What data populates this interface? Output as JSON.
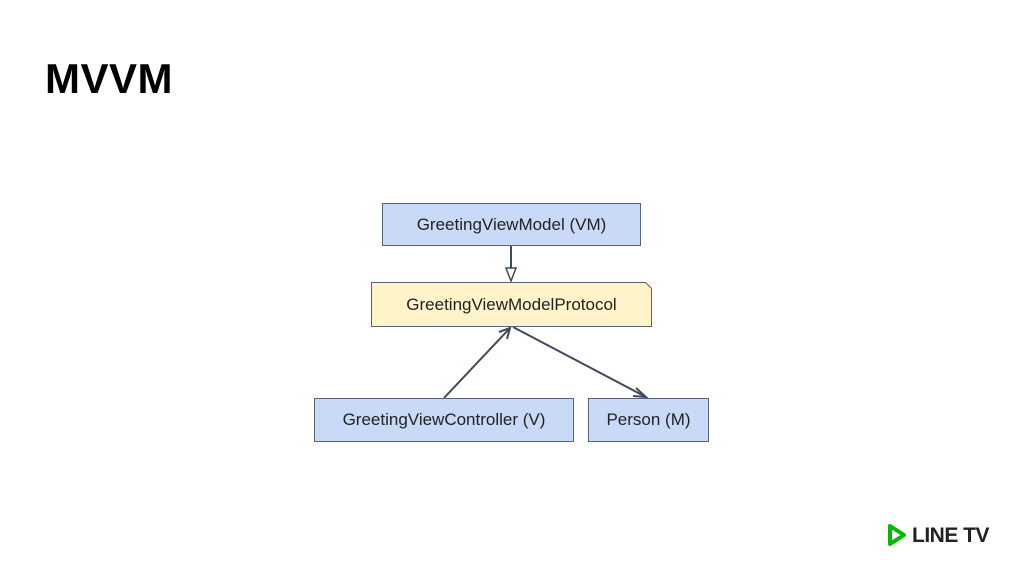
{
  "slide": {
    "title": "MVVM"
  },
  "diagram": {
    "nodes": {
      "view_model": {
        "label": "GreetingViewModel (VM)"
      },
      "protocol": {
        "label": "GreetingViewModelProtocol"
      },
      "view_controller": {
        "label": "GreetingViewController (V)"
      },
      "person": {
        "label": "Person (M)"
      }
    },
    "edges": [
      {
        "from": "view_model",
        "to": "protocol",
        "style": "hollow-triangle"
      },
      {
        "from": "view_controller",
        "to": "protocol",
        "style": "open-arrow"
      },
      {
        "from": "protocol",
        "to": "person",
        "style": "open-arrow"
      }
    ]
  },
  "logo": {
    "text": "LINE TV",
    "icon": "play-triangle-icon",
    "accent_color": "#00b900"
  },
  "colors": {
    "class_fill": "#c9d9f8",
    "protocol_fill": "#fff3c9",
    "border": "#56647a",
    "edge": "#3f4a5c"
  }
}
